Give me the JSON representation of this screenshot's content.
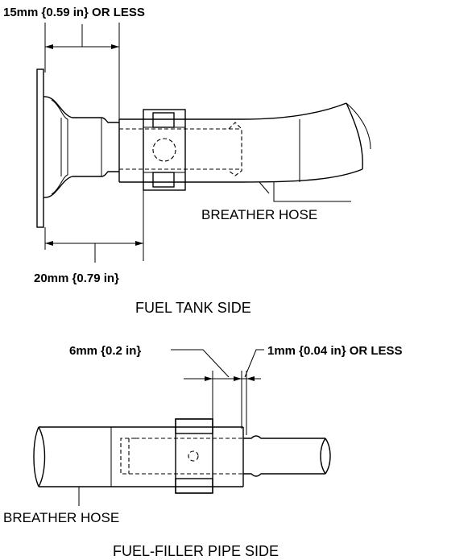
{
  "top_view": {
    "dim_top": "15mm {0.59 in} OR LESS",
    "dim_bottom": "20mm {0.79 in}",
    "hose_label": "BREATHER HOSE",
    "caption": "FUEL TANK SIDE"
  },
  "bottom_view": {
    "dim_left": "6mm {0.2 in}",
    "dim_right": "1mm {0.04 in} OR LESS",
    "hose_label": "BREATHER HOSE",
    "caption": "FUEL-FILLER PIPE SIDE"
  }
}
